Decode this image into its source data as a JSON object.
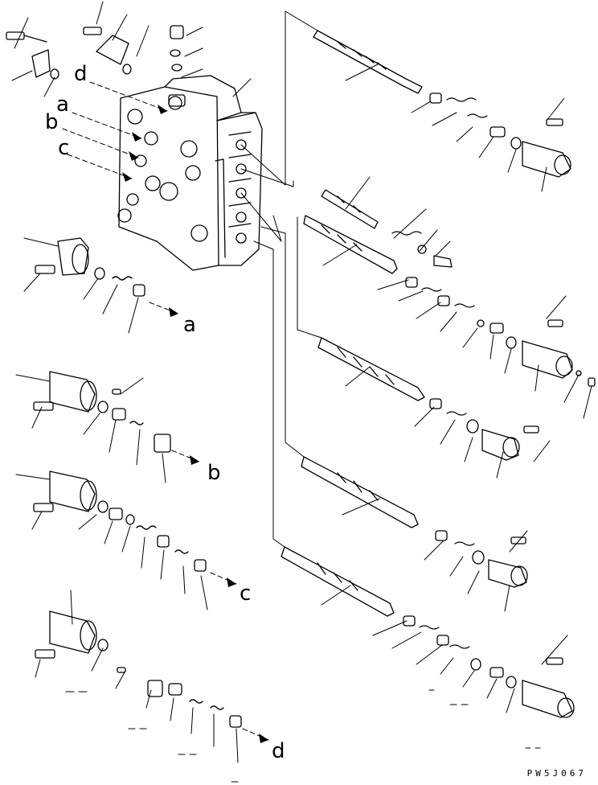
{
  "diagram": {
    "drawing_code": "PW5J067",
    "callouts": {
      "a": "a",
      "b": "b",
      "c": "c",
      "d": "d"
    }
  }
}
